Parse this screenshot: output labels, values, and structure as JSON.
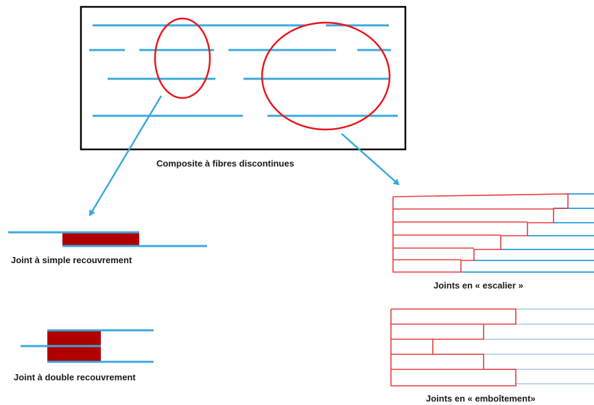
{
  "labels": {
    "composite": "Composite à fibres discontinues",
    "simple_lap": "Joint à simple recouvrement",
    "double_lap": "Joint à double recouvrement",
    "stair": "Joints en « escalier »",
    "nested": "Joints en « emboîtement»"
  },
  "colors": {
    "fiber": "#3aa8dc",
    "circle": "#e8151b",
    "joint_fill": "#b00000",
    "joint_edge": "#e83a3a",
    "nested_fiber": "#a9c7e6",
    "frame": "#000000"
  }
}
